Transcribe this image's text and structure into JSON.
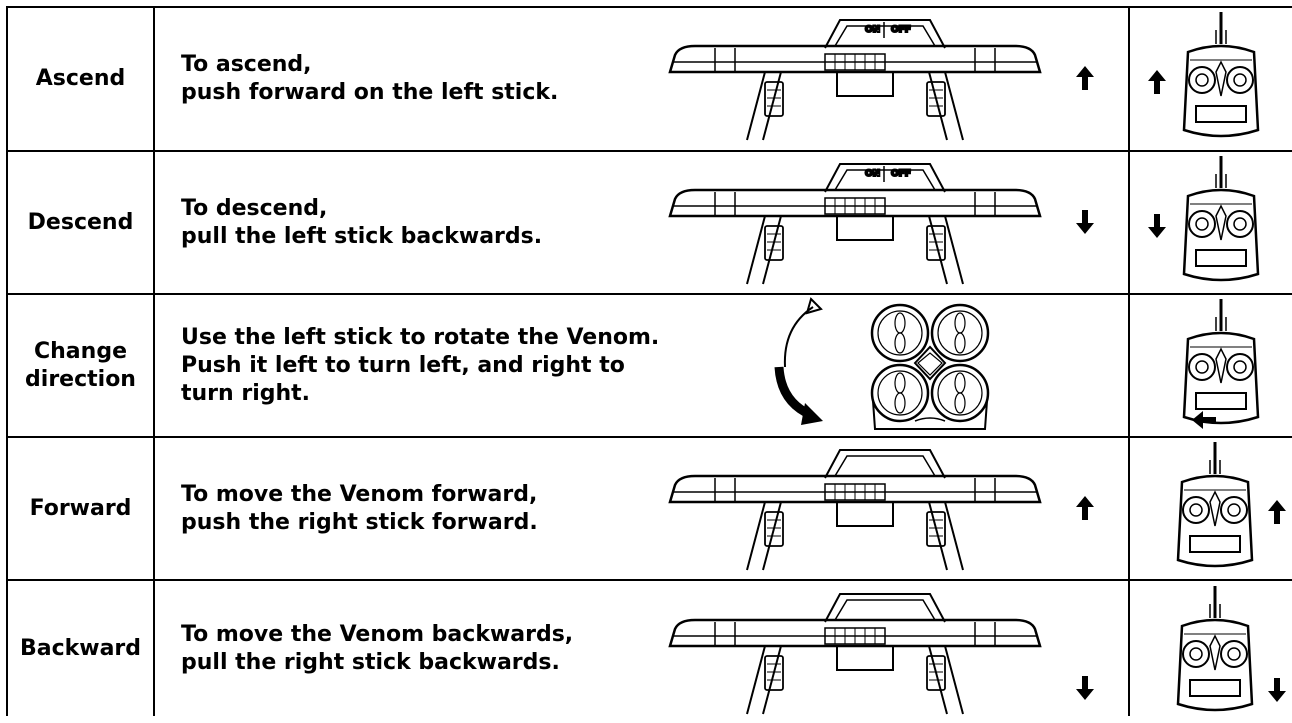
{
  "rows": [
    {
      "name": "Ascend",
      "text": "To ascend,\npush forward on the left stick.",
      "view": "side",
      "arrow": "up",
      "rc_arrow": "up-left"
    },
    {
      "name": "Descend",
      "text": "To descend,\npull the left stick backwards.",
      "view": "side",
      "arrow": "down",
      "rc_arrow": "down-left"
    },
    {
      "name": "Change\ndirection",
      "text": "Use the left stick to rotate the Venom.\nPush it left to turn left, and right to\nturn right.",
      "view": "top",
      "arrow": "rotate",
      "rc_arrow": "left-bottom"
    },
    {
      "name": "Forward",
      "text": "To move the Venom forward,\npush the right stick forward.",
      "view": "side-tilt",
      "arrow": "up",
      "rc_arrow": "up-right"
    },
    {
      "name": "Backward",
      "text": "To move the Venom backwards,\npull the right stick backwards.",
      "view": "side-tilt",
      "arrow": "down",
      "rc_arrow": "down-right"
    }
  ],
  "switch_labels": {
    "on": "ON",
    "off": "OFF"
  },
  "colors": {
    "line": "#000000",
    "background": "#ffffff"
  }
}
